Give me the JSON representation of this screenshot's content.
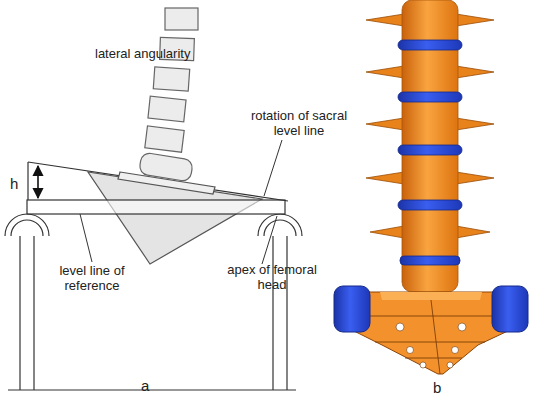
{
  "diagram": {
    "labels": [
      "lateral angularity",
      "h",
      "rotation of sacral level line",
      "level line of reference",
      "apex of femoral head",
      "a",
      "b"
    ]
  }
}
